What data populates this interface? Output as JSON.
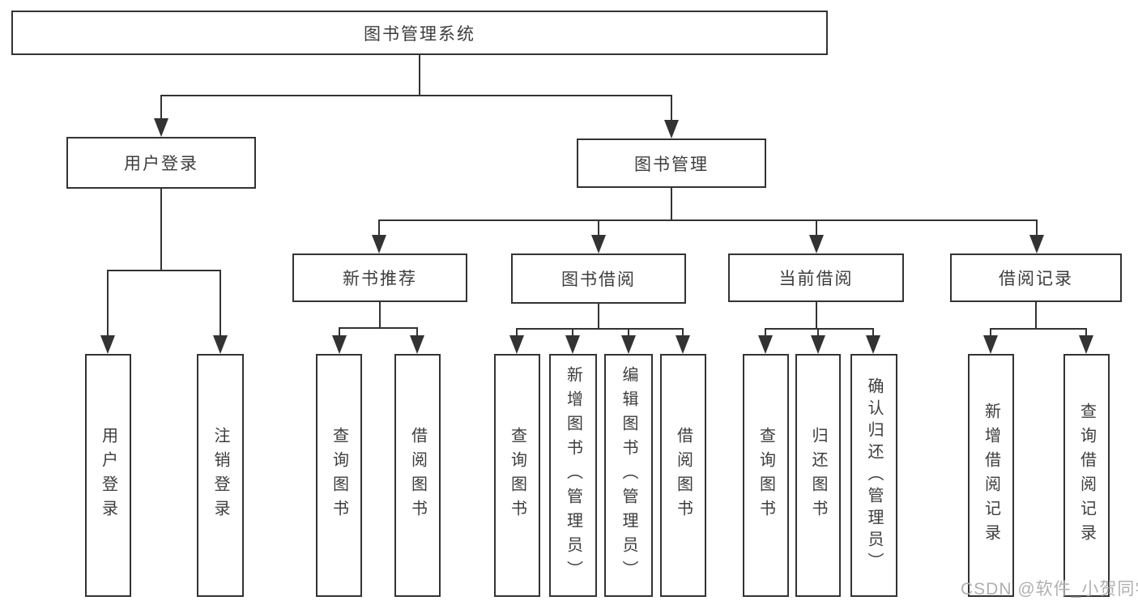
{
  "tree": {
    "root": {
      "label": "图书管理系统"
    },
    "children": [
      {
        "label": "用户登录",
        "children": [
          {
            "label": "用户登录"
          },
          {
            "label": "注销登录"
          }
        ]
      },
      {
        "label": "图书管理",
        "children": [
          {
            "label": "新书推荐",
            "children": [
              {
                "label": "查询图书"
              },
              {
                "label": "借阅图书"
              }
            ]
          },
          {
            "label": "图书借阅",
            "children": [
              {
                "label": "查询图书"
              },
              {
                "label": "新增图书（管理员）"
              },
              {
                "label": "编辑图书（管理员）"
              },
              {
                "label": "借阅图书"
              }
            ]
          },
          {
            "label": "当前借阅",
            "children": [
              {
                "label": "查询图书"
              },
              {
                "label": "归还图书"
              },
              {
                "label": "确认归还（管理员）"
              }
            ]
          },
          {
            "label": "借阅记录",
            "children": [
              {
                "label": "新增借阅记录"
              },
              {
                "label": "查询借阅记录"
              }
            ]
          }
        ]
      }
    ]
  },
  "watermark": {
    "text": "CSDN @软件_小贺同学",
    "color": "#b0b0b0"
  },
  "colors": {
    "line": "#333333",
    "text": "#3d3d3d",
    "background": "#ffffff"
  }
}
